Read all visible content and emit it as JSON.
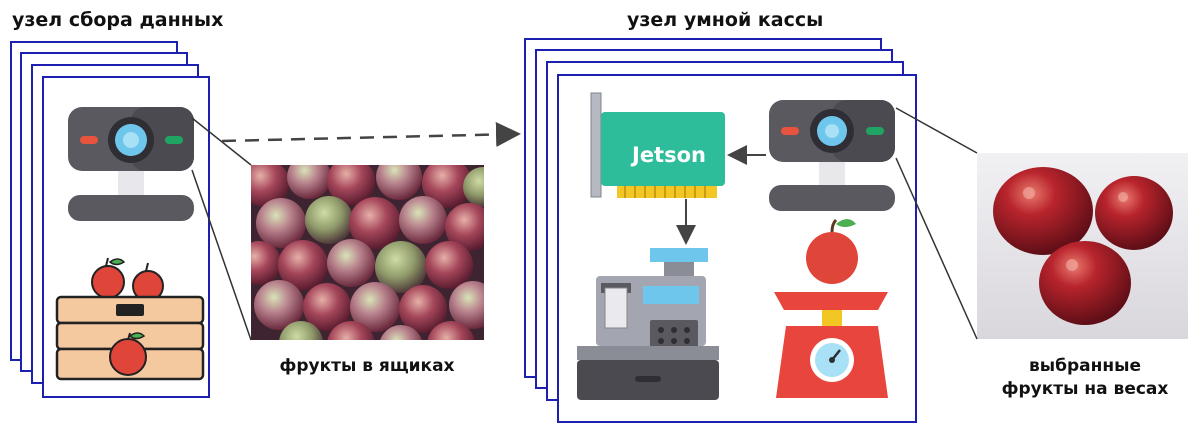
{
  "collection_node": {
    "title": "узел сбора данных",
    "photo_caption": "фрукты в ящиках"
  },
  "checkout_node": {
    "title": "узел умной кассы",
    "board_label": "Jetson"
  },
  "scale_photo": {
    "caption_line1": "выбранные",
    "caption_line2": "фрукты на весах"
  },
  "colors": {
    "card_border": "#1c1fb0",
    "camera_body": "#5a5960",
    "lens": "#6ec6ec",
    "led_red": "#e8533e",
    "led_green": "#1fa463",
    "jetson_board": "#2ebd9b",
    "apple_red": "#e0453a",
    "crate": "#f5c9a0",
    "scale_red": "#e8453c"
  }
}
